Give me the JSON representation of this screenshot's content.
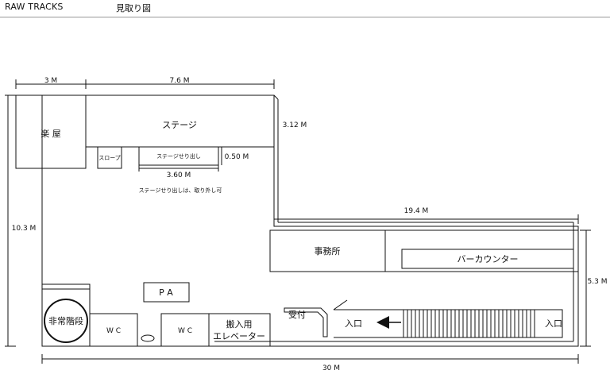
{
  "header": {
    "brand": "RAW TRACKS",
    "title": "見取り図"
  },
  "dimensions": {
    "left_width": "3 M",
    "stage_width": "7.6 M",
    "stage_depth": "3.12 M",
    "left_height": "10.3 M",
    "bar_width": "19.4 M",
    "right_height": "5.3 M",
    "total_width": "30 M",
    "riser_width": "3.60 M",
    "riser_depth": "0.50 M"
  },
  "rooms": {
    "dressing_room": "楽 屋",
    "stage": "ステージ",
    "slope": "スロープ",
    "stage_riser": "ステージせり出し",
    "riser_note": "ステージせり出しは、取り外し可",
    "office": "事務所",
    "bar_counter": "バーカウンター",
    "pa": "P A",
    "emergency_stairs": "非常階段",
    "wc_1": "W C",
    "wc_2": "W C",
    "elevator_line1": "搬入用",
    "elevator_line2": "エレベーター",
    "reception": "受付",
    "entrance_inner": "入口",
    "entrance_outer": "入口"
  }
}
